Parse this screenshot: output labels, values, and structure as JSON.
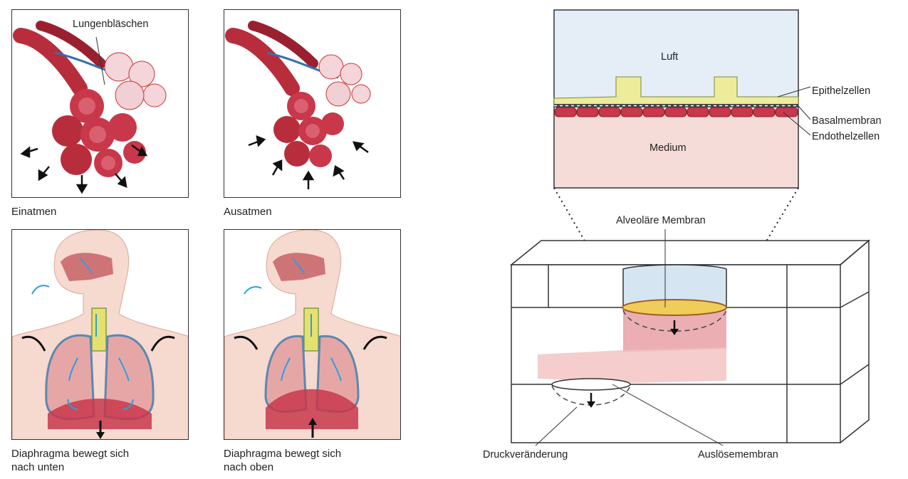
{
  "left": {
    "panels": [
      {
        "caption": "Einatmen",
        "label": "Lungenbläschen"
      },
      {
        "caption": "Ausatmen"
      },
      {
        "caption_line1": "Diaphragma bewegt sich",
        "caption_line2": "nach unten"
      },
      {
        "caption_line1": "Diaphragma bewegt sich",
        "caption_line2": "nach oben"
      }
    ]
  },
  "right": {
    "inset": {
      "top_label": "Luft",
      "bottom_label": "Medium",
      "callouts": [
        "Epithelzellen",
        "Basalmembran",
        "Endothelzellen"
      ]
    },
    "device": {
      "membrane_label": "Alveoläre Membran",
      "pressure_label": "Druckveränderung",
      "actuation_label": "Auslösemembran"
    }
  },
  "colors": {
    "lung_red": "#c8374a",
    "tissue_pink": "#f2c9c4",
    "air_blue": "#dfeaf3",
    "membrane_yellow": "#f0d070",
    "arrow_blue": "#2aa0e0"
  }
}
